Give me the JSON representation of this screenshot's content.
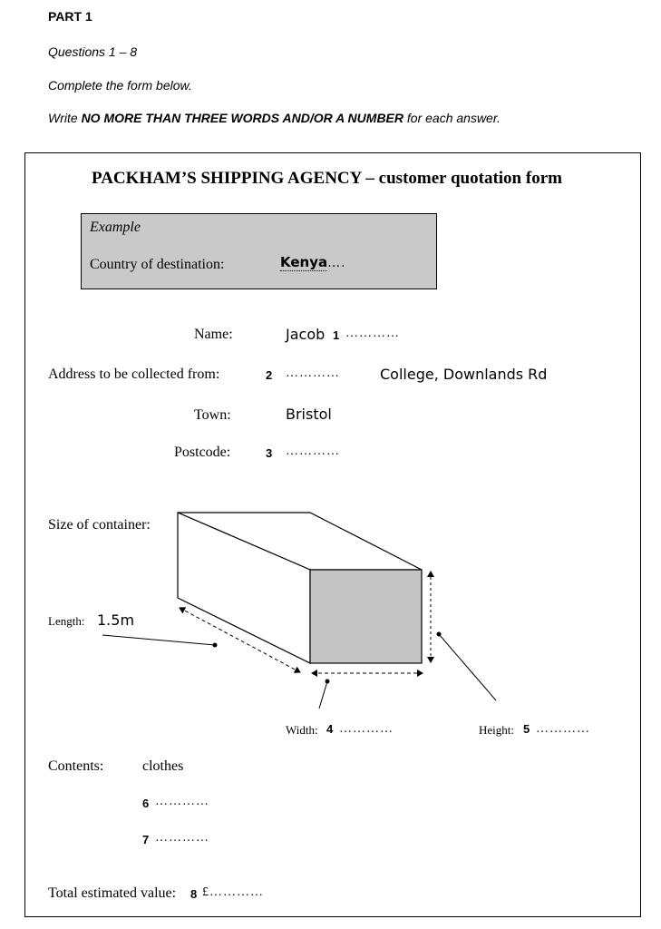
{
  "header": {
    "part": "PART 1",
    "questions": "Questions 1 – 8",
    "instruction1": "Complete the form below.",
    "instruction2_pre": "Write ",
    "instruction2_bold": "NO MORE THAN THREE WORDS AND/OR A NUMBER",
    "instruction2_post": " for each answer."
  },
  "form": {
    "title": "PACKHAM’S SHIPPING AGENCY – customer quotation form",
    "example": {
      "label": "Example",
      "field": "Country of destination:",
      "answer": "Kenya",
      "dots": "…."
    },
    "name": {
      "label": "Name:",
      "value": "Jacob",
      "qnum": "1",
      "dots": "…………"
    },
    "address": {
      "label": "Address to be collected from:",
      "qnum": "2",
      "dots": "…………",
      "value": "College, Downlands Rd"
    },
    "town": {
      "label": "Town:",
      "value": "Bristol"
    },
    "postcode": {
      "label": "Postcode:",
      "qnum": "3",
      "dots": "…………"
    },
    "container": {
      "label": "Size of container:",
      "length_label": "Length:",
      "length_value": "1.5m",
      "width_label": "Width:",
      "width_qnum": "4",
      "width_dots": "…………",
      "height_label": "Height:",
      "height_qnum": "5",
      "height_dots": "…………"
    },
    "contents": {
      "label": "Contents:",
      "item1": "clothes",
      "q6": "6",
      "q6_dots": "…………",
      "q7": "7",
      "q7_dots": "…………"
    },
    "total": {
      "label": "Total estimated value:",
      "qnum": "8",
      "currency_dots": "£…………"
    }
  }
}
